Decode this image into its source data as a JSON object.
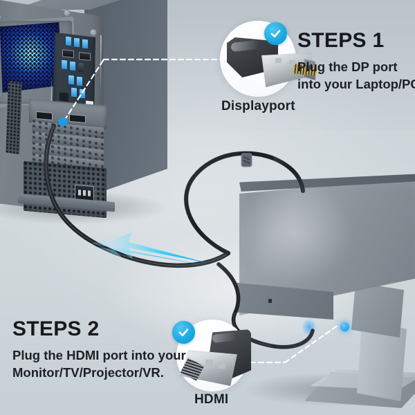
{
  "theme": {
    "accent_blue": "#18a8e0",
    "arrow_cyan": "#29c3f2",
    "text_dark": "#17191c",
    "bg_wall": "#bcc5cb",
    "bg_floor": "#ced6db"
  },
  "steps": [
    {
      "id": "step-1",
      "heading": "STEPS 1",
      "body_line1": "Plug the DP port",
      "body_line2": "into your Laptop/PC.",
      "connector_label": "Displayport",
      "badge_icon": "check-icon"
    },
    {
      "id": "step-2",
      "heading": "STEPS 2",
      "body_line1": "Plug the HDMI port into your",
      "body_line2": "Monitor/TV/Projector/VR.",
      "connector_label": "HDMI",
      "badge_icon": "check-icon"
    }
  ],
  "devices": {
    "pc": {
      "name": "desktop-pc-tower",
      "fan_icon": "rgb-fan-icon",
      "io_panel_icon": "io-shield-icon",
      "psu_icon": "power-socket-icon"
    },
    "monitor": {
      "name": "computer-monitor",
      "port_indicator_icon": "blue-port-dot-icon"
    }
  },
  "annotations": {
    "leader_dp": "dashed-leader-line",
    "leader_hdmi": "dashed-leader-line",
    "direction_arrow": "flow-arrow-icon",
    "cable": "displayport-to-hdmi-cable",
    "cable_tie": "velcro-cable-tie"
  }
}
